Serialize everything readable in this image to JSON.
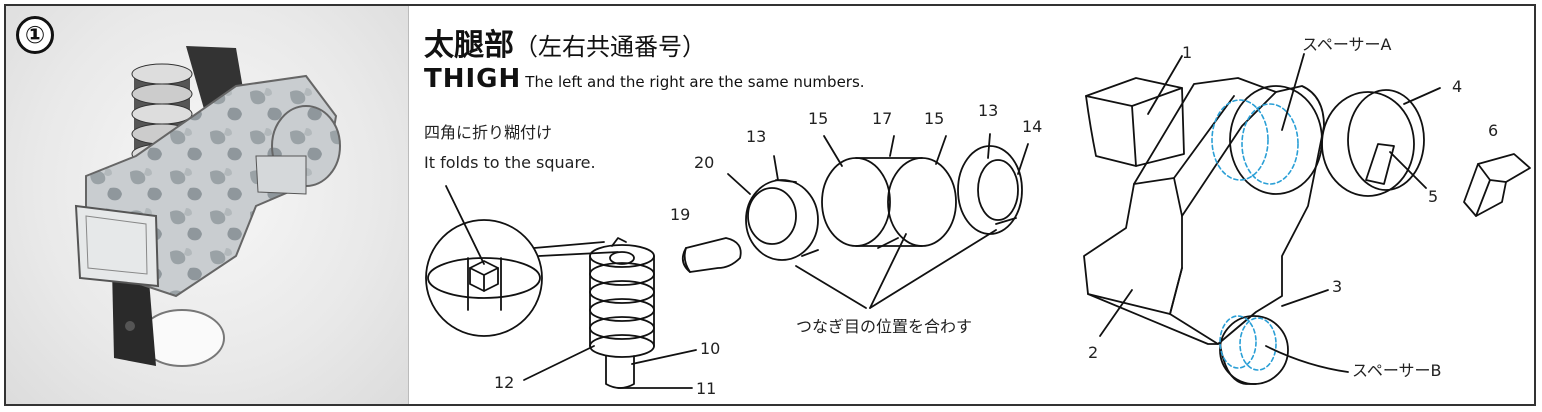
{
  "step": {
    "badge": "①"
  },
  "title": {
    "jp_main": "太腿部",
    "jp_sub": "（左右共通番号）",
    "en_main": "THIGH",
    "en_note": "The left and the right are the same numbers."
  },
  "notes": {
    "fold_jp": "四角に折り糊付け",
    "fold_en": "It folds to the square.",
    "align_jp": "つなぎ目の位置を合わす"
  },
  "parts": {
    "p1": "1",
    "p2": "2",
    "p3": "3",
    "p4": "4",
    "p5": "5",
    "p6": "6",
    "p10": "10",
    "p11": "11",
    "p12": "12",
    "p13a": "13",
    "p13b": "13",
    "p14": "14",
    "p15a": "15",
    "p15b": "15",
    "p17": "17",
    "p19": "19",
    "p20": "20",
    "spacer_a": "スペーサーA",
    "spacer_b": "スペーサーB"
  },
  "colors": {
    "line": "#111111",
    "dash": "#2a9fd6",
    "camo_light": "#c9cdd0",
    "camo_dark": "#8f979c"
  },
  "photo": {
    "alt": "assembled-thigh-model-photo"
  }
}
